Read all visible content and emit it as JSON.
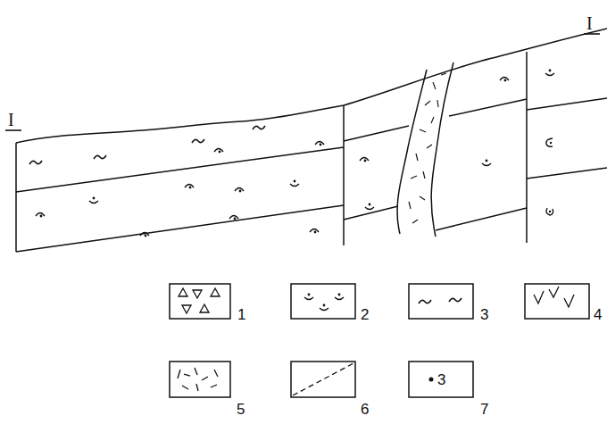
{
  "diagram": {
    "labels": [
      "I",
      "I",
      "3"
    ],
    "legend": [
      {
        "text": "1"
      },
      {
        "text": "2"
      },
      {
        "text": "3"
      },
      {
        "text": "4"
      },
      {
        "text": "5"
      },
      {
        "text": "6"
      },
      {
        "text": "7"
      }
    ]
  }
}
